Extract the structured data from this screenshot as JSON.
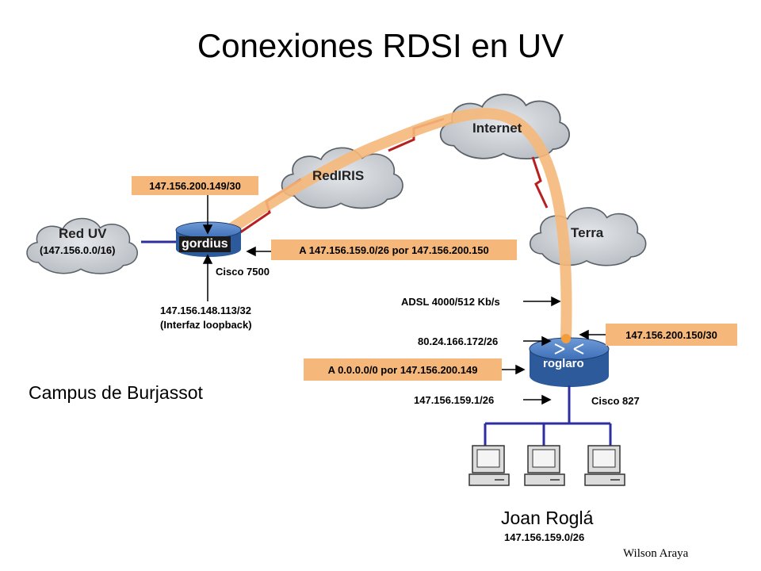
{
  "title": "Conexiones RDSI en UV",
  "clouds": {
    "internet": "Internet",
    "rediris": "RedIRIS",
    "terra": "Terra",
    "reduv": "Red UV",
    "reduv_net": "(147.156.0.0/16)"
  },
  "routers": {
    "gordius": {
      "name": "gordius",
      "model": "Cisco 7500"
    },
    "roglaro": {
      "name": "roglaro",
      "model": "Cisco 827"
    }
  },
  "labels": {
    "gordius_ip_box": "147.156.200.149/30",
    "gordius_route_box": "A 147.156.159.0/26 por 147.156.200.150",
    "loopback_ip": "147.156.148.113/32",
    "loopback_desc": "(Interfaz loopback)",
    "adsl": "ADSL 4000/512 Kb/s",
    "roglaro_wan_ip": "80.24.166.172/26",
    "roglaro_ip_box": "147.156.200.150/30",
    "roglaro_route_box": "A 0.0.0.0/0 por 147.156.200.149",
    "roglaro_lan_ip": "147.156.159.1/26",
    "campus": "Campus de Burjassot",
    "site": "Joan Roglá",
    "site_net": "147.156.159.0/26",
    "author": "Wilson Araya"
  },
  "colors": {
    "tunnel": "#f5b87a",
    "link": "#b82020",
    "lan": "#2e2ea0",
    "cloud": "#cfd3d8",
    "router": "#3d6fb8"
  },
  "icons": [
    "cloud-icon",
    "router-icon",
    "workstation-icon"
  ]
}
